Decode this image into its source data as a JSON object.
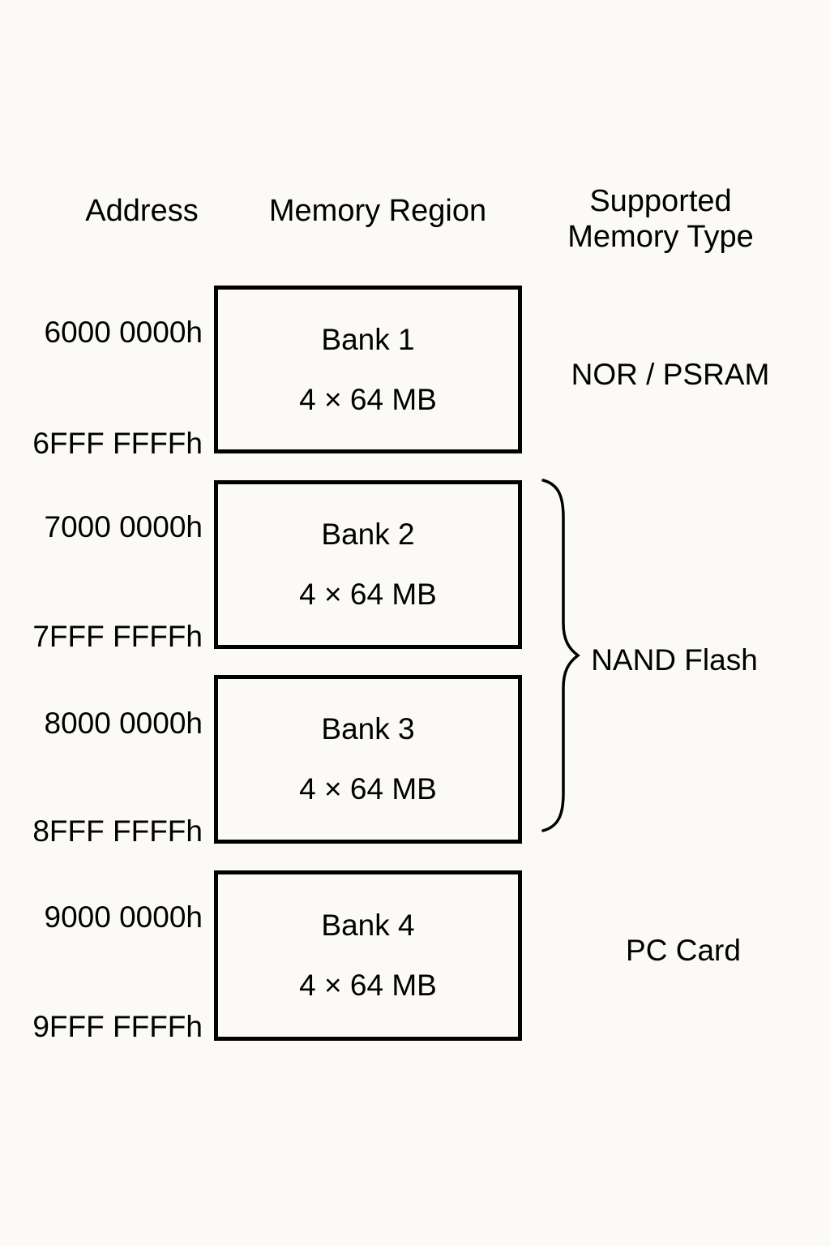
{
  "headers": {
    "address": "Address",
    "memory_region": "Memory Region",
    "supported_line1": "Supported",
    "supported_line2": "Memory Type"
  },
  "banks": [
    {
      "name": "Bank 1",
      "size": "4 × 64 MB",
      "start_address": "6000 0000h",
      "end_address": "6FFF FFFFh"
    },
    {
      "name": "Bank 2",
      "size": "4 × 64 MB",
      "start_address": "7000 0000h",
      "end_address": "7FFF FFFFh"
    },
    {
      "name": "Bank 3",
      "size": "4 × 64 MB",
      "start_address": "8000 0000h",
      "end_address": "8FFF FFFFh"
    },
    {
      "name": "Bank 4",
      "size": "4 × 64 MB",
      "start_address": "9000 0000h",
      "end_address": "9FFF FFFFh"
    }
  ],
  "memory_types": [
    {
      "label": "NOR / PSRAM",
      "applies_to": "Bank 1"
    },
    {
      "label": "NAND Flash",
      "applies_to": "Bank 2, Bank 3"
    },
    {
      "label": "PC Card",
      "applies_to": "Bank 4"
    }
  ],
  "colors": {
    "line": "#000000",
    "text": "#000000",
    "background": "#fbfaf7"
  }
}
